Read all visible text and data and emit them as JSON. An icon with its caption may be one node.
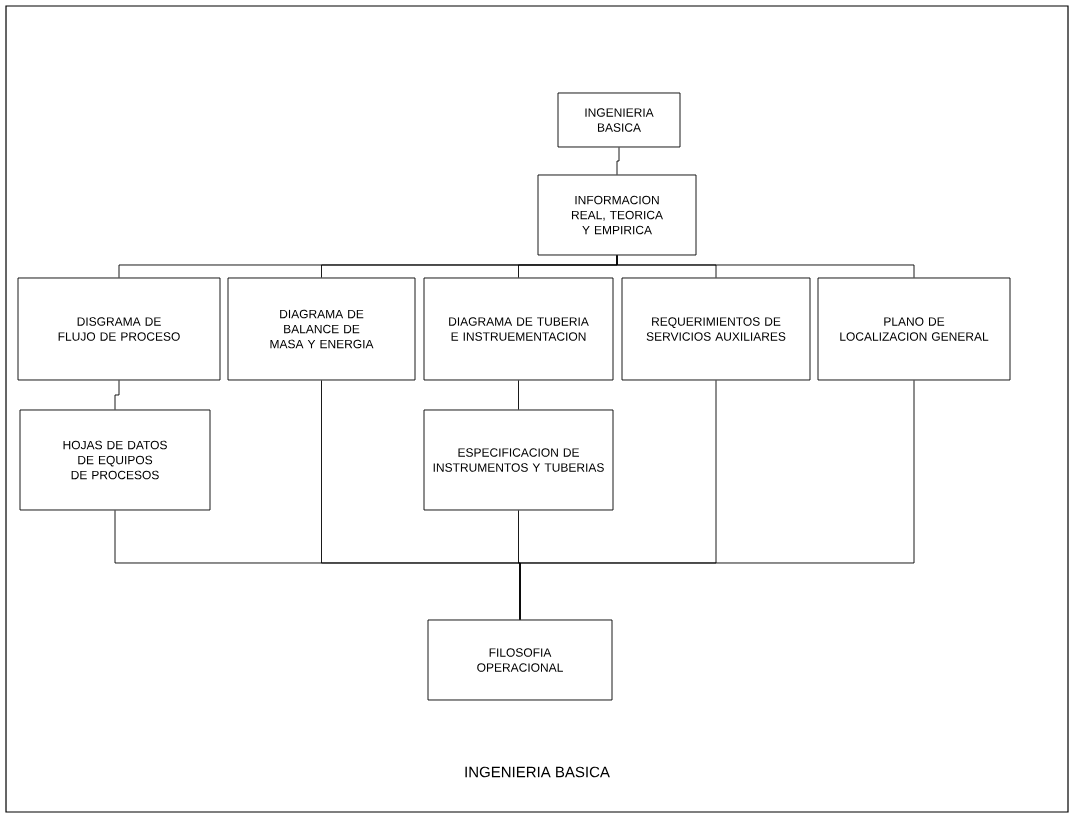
{
  "diagram": {
    "caption": "INGENIERIA BASICA",
    "nodes": [
      {
        "text": [
          "INGENIERIA BASICA"
        ]
      },
      {
        "text": [
          "INFORMACION REAL, TEORICA Y EMPIRICA"
        ]
      },
      {
        "text": [
          "DISGRAMA DE FLUJO DE PROCESO"
        ]
      },
      {
        "text": [
          "DIAGRAMA DE BALANCE DE MASA Y ENERGIA"
        ]
      },
      {
        "text": [
          "DIAGRAMA DE TUBERIA E INSTRUEMENTACION"
        ]
      },
      {
        "text": [
          "REQUERIMIENTOS DE SERVICIOS AUXILIARES"
        ]
      },
      {
        "text": [
          "PLANO DE LOCALIZACION GENERAL"
        ]
      },
      {
        "text": [
          "HOJAS DE DATOS DE EQUIPOS DE PROCESOS"
        ]
      },
      {
        "text": [
          "ESPECIFICACION DE INSTRUMENTOS Y TUBERIAS"
        ]
      },
      {
        "text": [
          "FILOSOFIA OPERACIONAL"
        ]
      }
    ],
    "edges": [
      {
        "from": 0,
        "to": 1,
        "arrow": "none"
      },
      {
        "from": 1,
        "to": 2,
        "arrow": "none"
      },
      {
        "from": 1,
        "to": 3,
        "arrow": "none"
      },
      {
        "from": 1,
        "to": 4,
        "arrow": "none"
      },
      {
        "from": 1,
        "to": 5,
        "arrow": "none"
      },
      {
        "from": 1,
        "to": 6,
        "arrow": "none"
      },
      {
        "from": 2,
        "to": 7,
        "arrow": "none"
      },
      {
        "from": 4,
        "to": 8,
        "arrow": "none"
      },
      {
        "from": 7,
        "to": 9,
        "arrow": "none"
      },
      {
        "from": 3,
        "to": 9,
        "arrow": "none"
      },
      {
        "from": 8,
        "to": 9,
        "arrow": "none"
      },
      {
        "from": 5,
        "to": 9,
        "arrow": "none"
      },
      {
        "from": 6,
        "to": 9,
        "arrow": "none"
      }
    ]
  }
}
